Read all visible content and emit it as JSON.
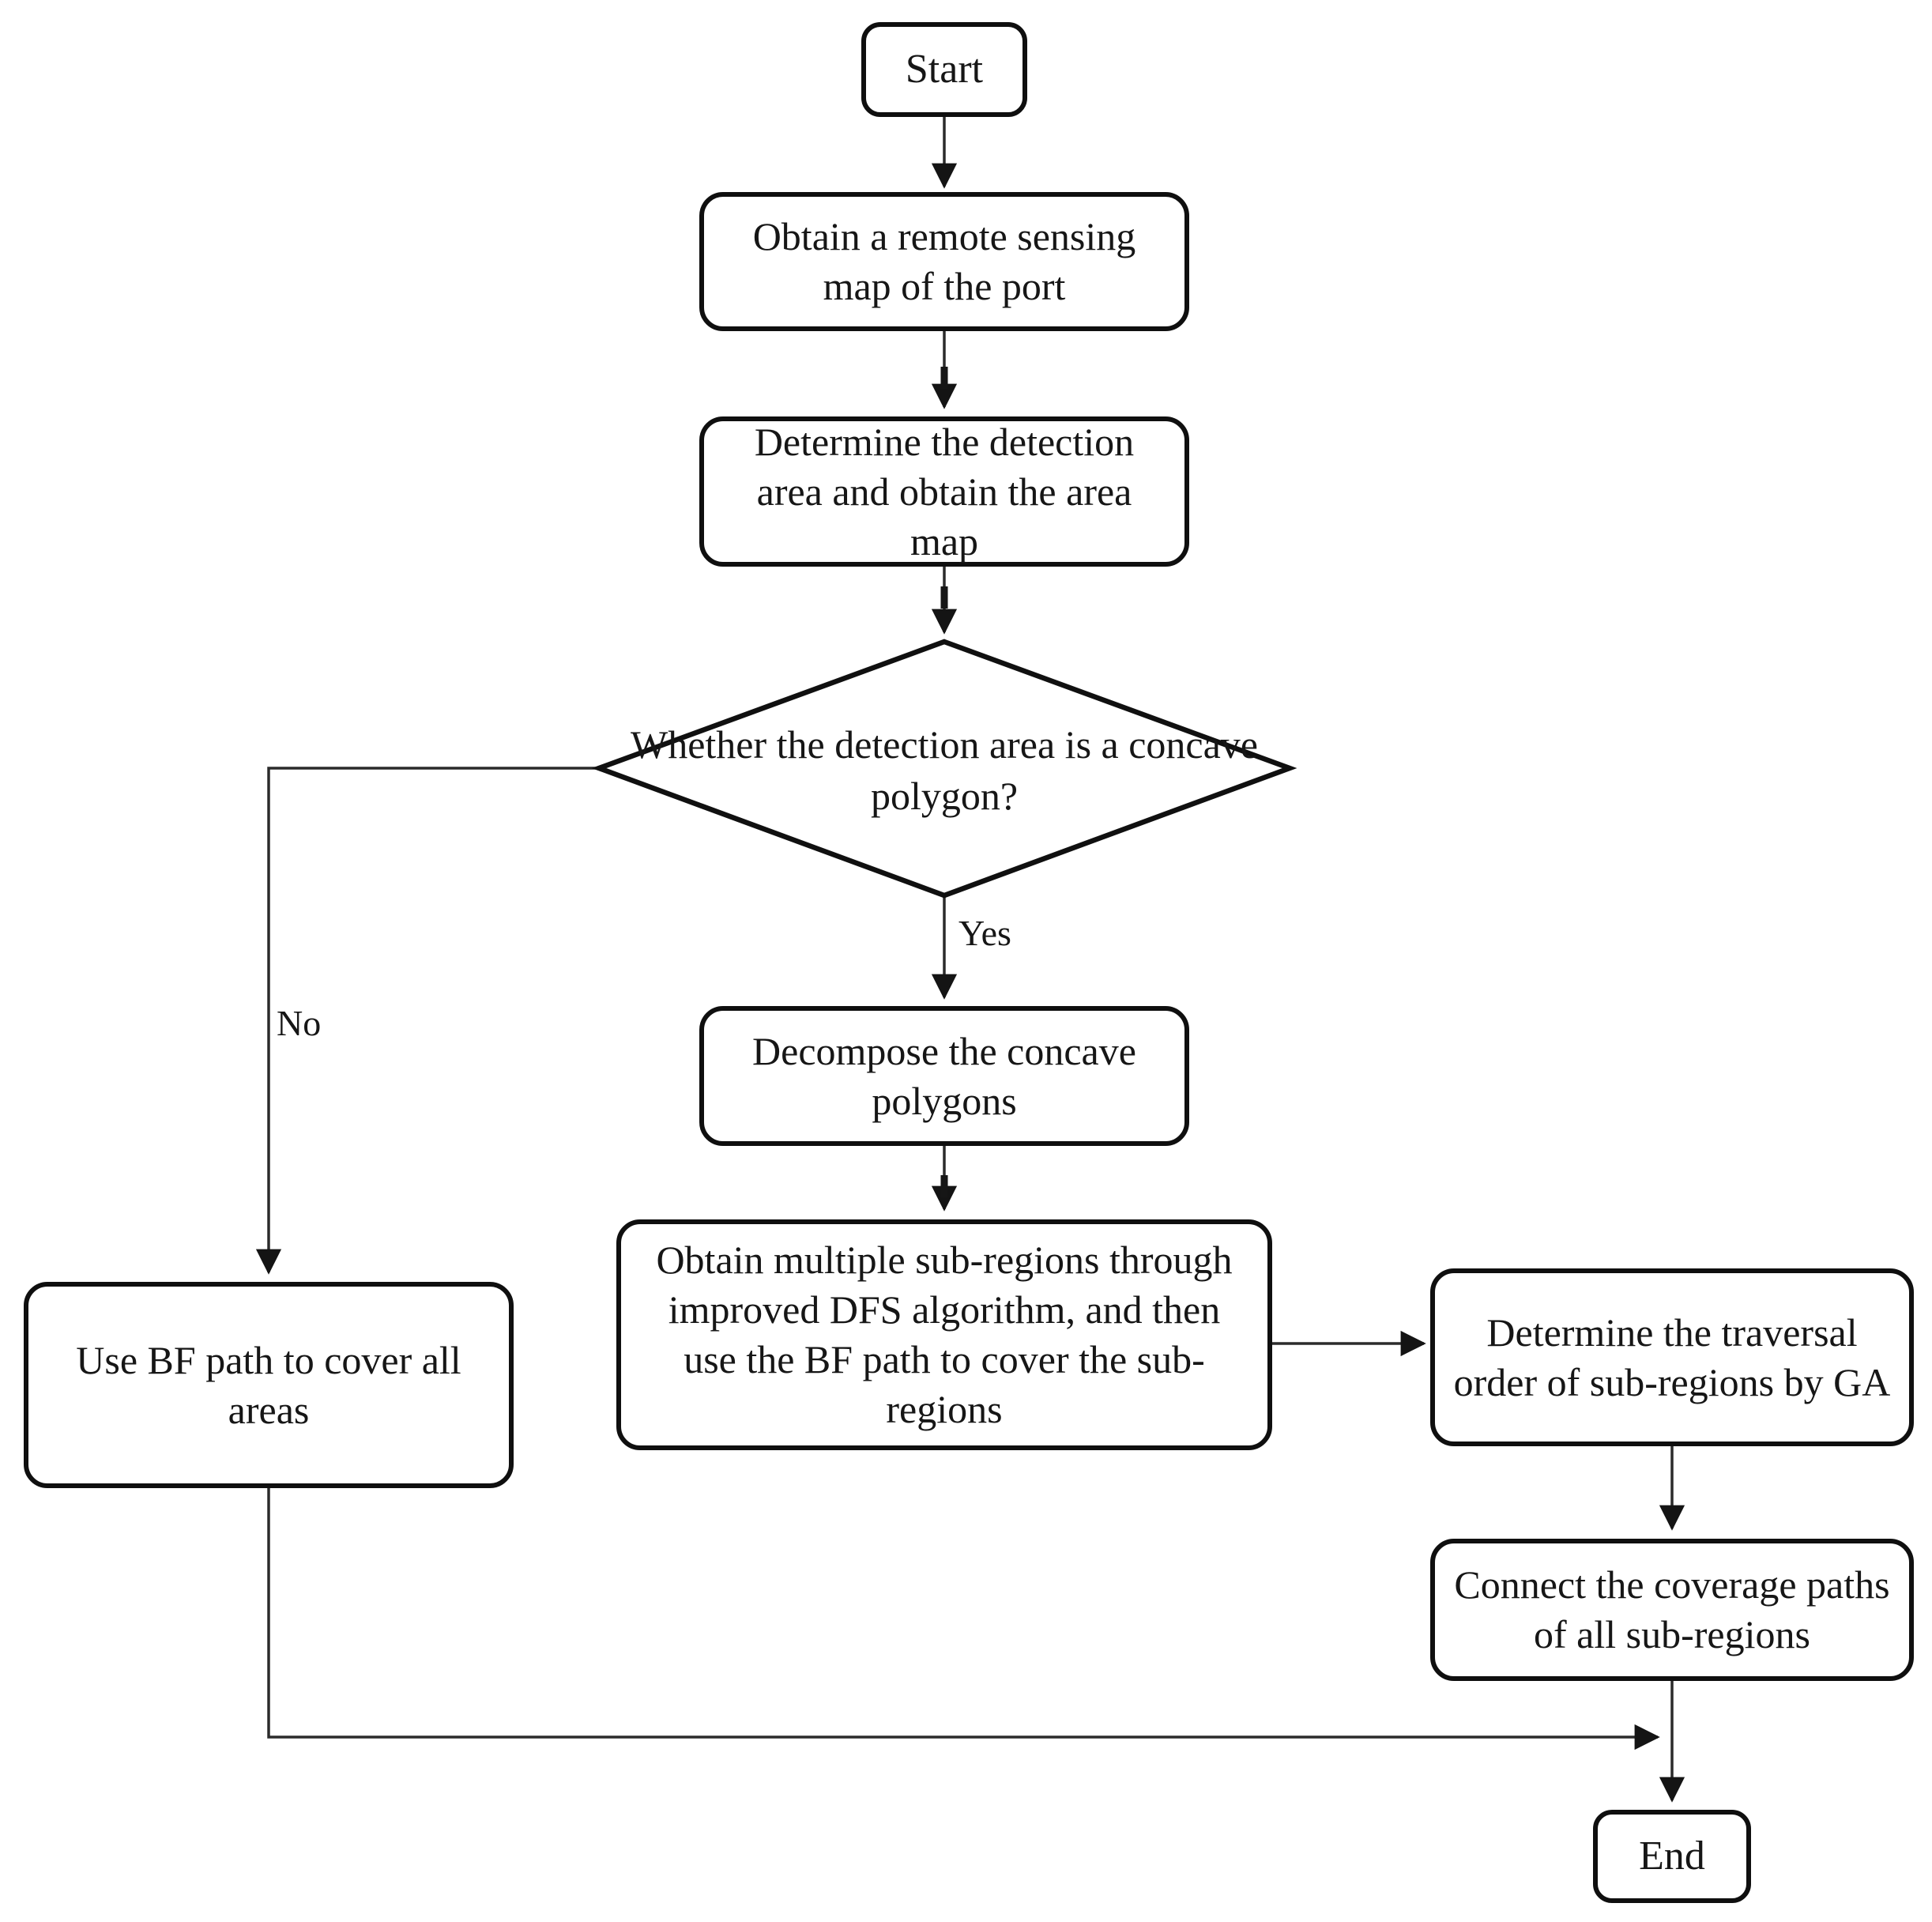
{
  "diagram": {
    "type": "flowchart",
    "nodes": {
      "start": {
        "label": "Start"
      },
      "obtain_map": {
        "label": "Obtain a remote sensing map of the port"
      },
      "determine_area": {
        "label": "Determine the detection area and obtain the area map"
      },
      "concave_check": {
        "label": "Whether the detection area is a concave polygon?"
      },
      "decompose": {
        "label": "Decompose the concave polygons"
      },
      "use_bf_path": {
        "label": "Use BF path to cover all areas"
      },
      "obtain_subregions": {
        "label": "Obtain multiple sub-regions through improved DFS algorithm, and then use the BF path to cover the sub-regions"
      },
      "traversal_order": {
        "label": "Determine the traversal order of sub-regions by GA"
      },
      "connect_paths": {
        "label": "Connect the coverage paths of all sub-regions"
      },
      "end": {
        "label": "End"
      }
    },
    "edge_labels": {
      "yes": "Yes",
      "no": "No"
    },
    "colors": {
      "line": "#2b2b2b",
      "border": "#0f0f0f",
      "text": "#161616",
      "background": "#ffffff"
    }
  }
}
